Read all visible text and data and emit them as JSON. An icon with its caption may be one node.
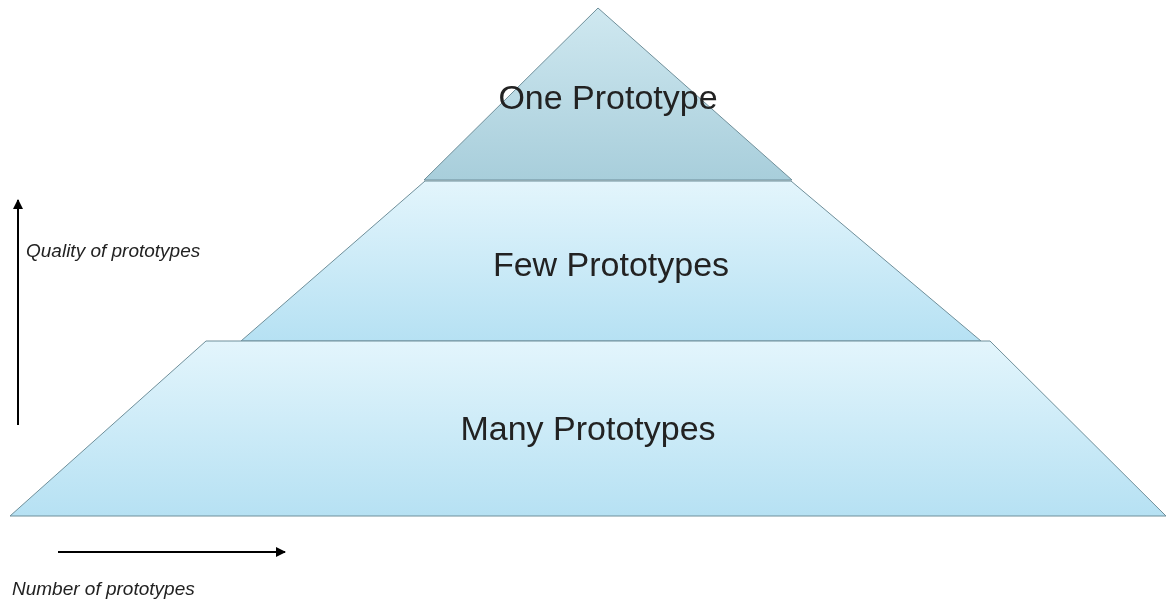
{
  "diagram": {
    "nodes": [
      {
        "text": [
          "One Prototype"
        ]
      },
      {
        "text": [
          "Few Prototypes"
        ]
      },
      {
        "text": [
          "Many Prototypes"
        ]
      }
    ],
    "labels": [
      "Quality of prototypes",
      "Number of prototypes"
    ]
  }
}
